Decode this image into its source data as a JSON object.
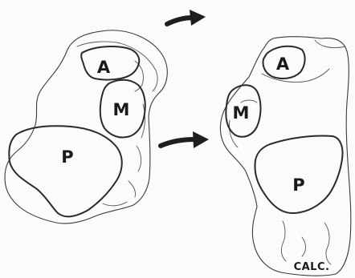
{
  "left_view": {
    "facets": {
      "anterior": "A",
      "middle": "M",
      "posterior": "P"
    }
  },
  "right_view": {
    "facets": {
      "anterior": "A",
      "middle": "M",
      "posterior": "P"
    },
    "bone_label": "CALC."
  }
}
